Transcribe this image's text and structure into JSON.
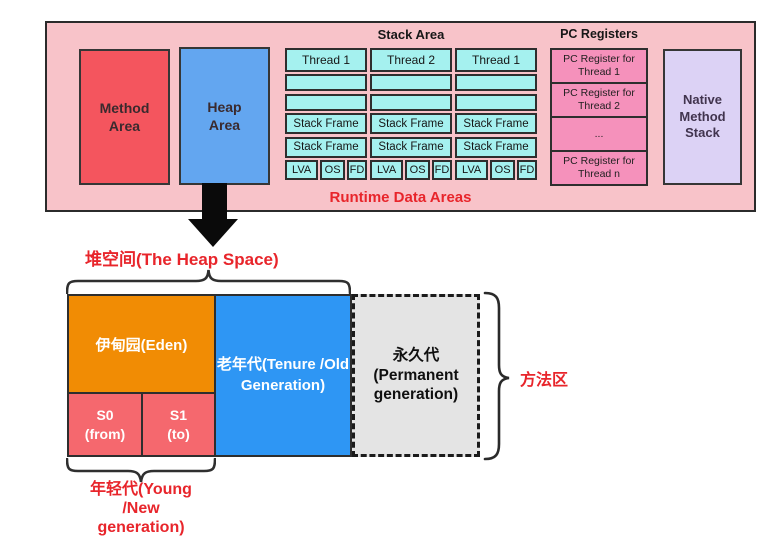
{
  "runtime_data_areas": {
    "label": "Runtime Data Areas",
    "method_area": "Method\nArea",
    "heap_area": "Heap\nArea",
    "stack_area": {
      "title": "Stack Area",
      "threads": [
        {
          "name": "Thread 1",
          "frames": [
            "Stack Frame",
            "Stack Frame"
          ],
          "slots": [
            "LVA",
            "OS",
            "FD"
          ]
        },
        {
          "name": "Thread 2",
          "frames": [
            "Stack Frame",
            "Stack Frame"
          ],
          "slots": [
            "LVA",
            "OS",
            "FD"
          ]
        },
        {
          "name": "Thread 1",
          "frames": [
            "Stack Frame",
            "Stack Frame"
          ],
          "slots": [
            "LVA",
            "OS",
            "FD"
          ]
        }
      ]
    },
    "pc_registers": {
      "title": "PC Registers",
      "cells": [
        "PC Register for\nThread 1",
        "PC Register for\nThread 2",
        "...",
        "PC Register for\nThread n"
      ]
    },
    "native_method_stack": "Native\nMethod\nStack"
  },
  "heap_space": {
    "title": "堆空间(The Heap Space)",
    "eden": "伊甸园(Eden)",
    "survivor0": "S0\n(from)",
    "survivor1": "S1\n(to)",
    "old_generation": "老年代(Tenure /Old\nGeneration)",
    "permanent_generation": "永久代\n(Permanent\ngeneration)",
    "method_area_brace_label": "方法区",
    "young_generation_brace_label": "年轻代(Young\n/New\ngeneration)"
  },
  "icons": {
    "down_arrow": "black-down-arrow",
    "top_brace": "curly-brace-up",
    "bottom_brace": "curly-brace-down",
    "right_brace": "curly-brace-right"
  },
  "colors": {
    "container_pink": "#f8c3c9",
    "method_red": "#f4555e",
    "heap_blue": "#63a6f0",
    "stack_cyan": "#a5f1ef",
    "pc_pink": "#f591bb",
    "native_lavender": "#dcd2f5",
    "eden_orange": "#f18c04",
    "survivor_red": "#f5686e",
    "old_gen_blue": "#2e96f4",
    "permanent_gray": "#e4e4e4",
    "accent_red_text": "#e8252b",
    "border_dark": "#2e2e2e"
  }
}
